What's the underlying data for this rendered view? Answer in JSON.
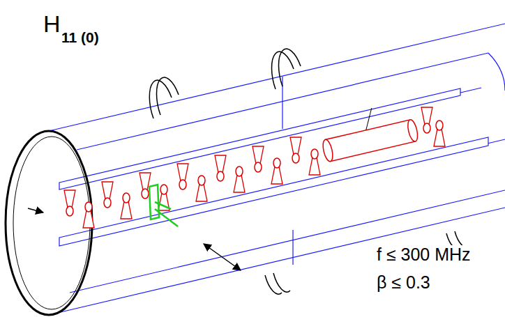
{
  "diagram": {
    "labels": [
      "H",
      "11 (0)",
      "f ≤ 300 MHz",
      "β ≤ 0.3"
    ]
  }
}
